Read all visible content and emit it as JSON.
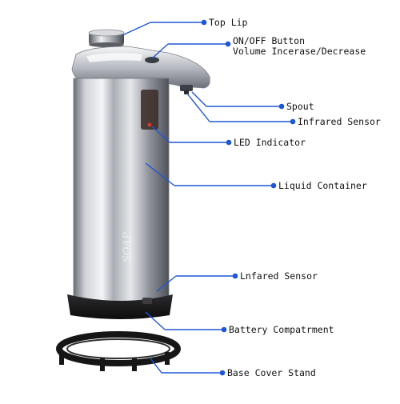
{
  "colors": {
    "leader": "#1e56d6",
    "steel_light": "#f2f3f5",
    "steel_dark": "#5e6169",
    "base_black": "#151515"
  },
  "product": {
    "emboss_text": "SOAP"
  },
  "callouts": [
    {
      "id": "top-lip",
      "lines": [
        "Top Lip"
      ]
    },
    {
      "id": "button",
      "lines": [
        "ON/OFF Button",
        "Volume Incerase/Decrease"
      ]
    },
    {
      "id": "spout",
      "lines": [
        "Spout"
      ]
    },
    {
      "id": "ir-sensor",
      "lines": [
        "Infrared Sensor"
      ]
    },
    {
      "id": "led",
      "lines": [
        "LED Indicator"
      ]
    },
    {
      "id": "container",
      "lines": [
        "Liquid Container"
      ]
    },
    {
      "id": "ir-sensor-lower",
      "lines": [
        "Lnfared Sensor"
      ]
    },
    {
      "id": "battery",
      "lines": [
        "Battery Compatrment"
      ]
    },
    {
      "id": "base-stand",
      "lines": [
        "Base Cover Stand"
      ]
    }
  ]
}
